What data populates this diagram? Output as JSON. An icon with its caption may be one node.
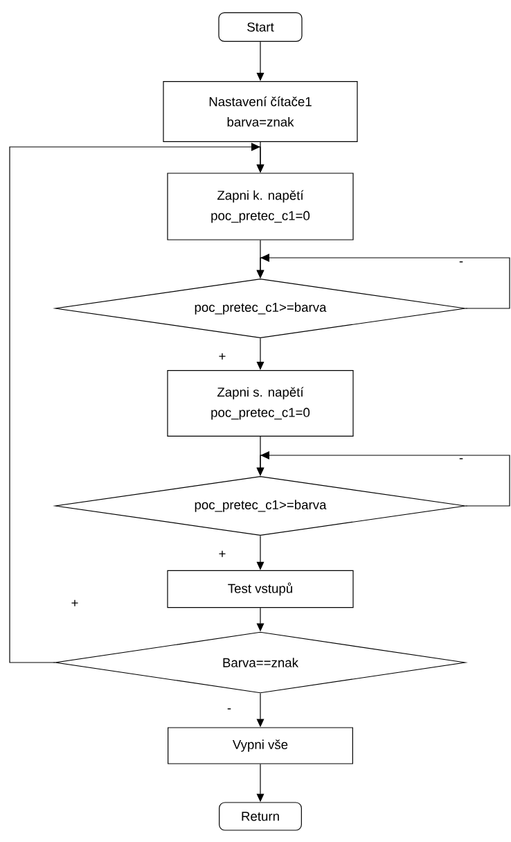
{
  "diagram": {
    "nodes": [
      {
        "text": [
          "Start"
        ]
      },
      {
        "text": [
          "Nastavení čítače1",
          "barva=znak"
        ]
      },
      {
        "text": [
          "Zapni k. napětí",
          "poc_pretec_c1=0"
        ]
      },
      {
        "text": [
          "poc_pretec_c1>=barva"
        ]
      },
      {
        "text": [
          "Zapni s. napětí",
          "poc_pretec_c1=0"
        ]
      },
      {
        "text": [
          "poc_pretec_c1>=barva"
        ]
      },
      {
        "text": [
          "Test vstupů"
        ]
      },
      {
        "text": [
          "Barva==znak"
        ]
      },
      {
        "text": [
          "Vypni vše"
        ]
      },
      {
        "text": [
          "Return"
        ]
      }
    ],
    "edges": [
      {
        "from": 0,
        "to": 1,
        "arrow": "to"
      },
      {
        "from": 1,
        "to": 2,
        "arrow": "to"
      },
      {
        "from": 2,
        "to": 3,
        "arrow": "to"
      },
      {
        "from": 3,
        "to": 3,
        "arrow": "to",
        "label": "-"
      },
      {
        "from": 3,
        "to": 4,
        "arrow": "to",
        "label": "+"
      },
      {
        "from": 4,
        "to": 5,
        "arrow": "to"
      },
      {
        "from": 5,
        "to": 5,
        "arrow": "to",
        "label": "-"
      },
      {
        "from": 5,
        "to": 6,
        "arrow": "to",
        "label": "+"
      },
      {
        "from": 6,
        "to": 7,
        "arrow": "to"
      },
      {
        "from": 7,
        "to": 2,
        "arrow": "to",
        "label": "+"
      },
      {
        "from": 7,
        "to": 8,
        "arrow": "to",
        "label": "-"
      },
      {
        "from": 8,
        "to": 9,
        "arrow": "to"
      }
    ]
  }
}
